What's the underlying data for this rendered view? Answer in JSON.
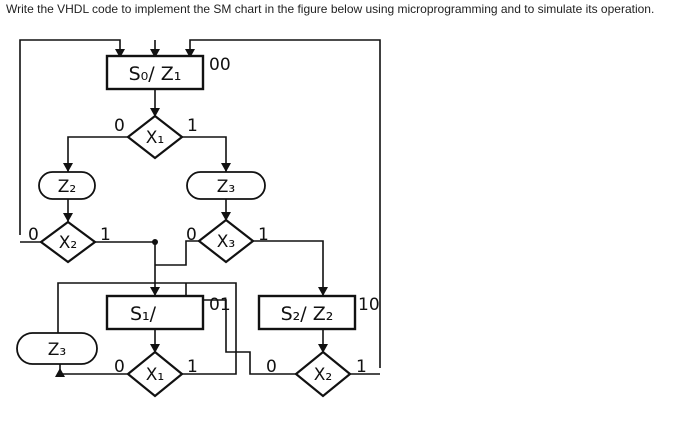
{
  "question": "Write the VHDL code to implement the SM chart in the figure below using microprogramming and to simulate its operation.",
  "states": [
    {
      "id": "s0",
      "label": "S₀/ Z₁",
      "code": "00"
    },
    {
      "id": "s1",
      "label": "S₁/",
      "code": "01"
    },
    {
      "id": "s2",
      "label": "S₂/ Z₂",
      "code": "10"
    }
  ],
  "decisions": [
    {
      "id": "x1-top",
      "label": "X₁",
      "false_label": "0",
      "true_label": "1"
    },
    {
      "id": "x2-left",
      "label": "X₂",
      "false_label": "0",
      "true_label": "1"
    },
    {
      "id": "x3",
      "label": "X₃",
      "false_label": "0",
      "true_label": "1"
    },
    {
      "id": "x1-bottom",
      "label": "X₁",
      "false_label": "0",
      "true_label": "1"
    },
    {
      "id": "x2-bottom",
      "label": "X₂",
      "false_label": "0",
      "true_label": "1"
    }
  ],
  "outputs": [
    {
      "id": "z2",
      "label": "Z₂"
    },
    {
      "id": "z3-top",
      "label": "Z₃"
    },
    {
      "id": "z3-left",
      "label": "Z₃"
    }
  ]
}
